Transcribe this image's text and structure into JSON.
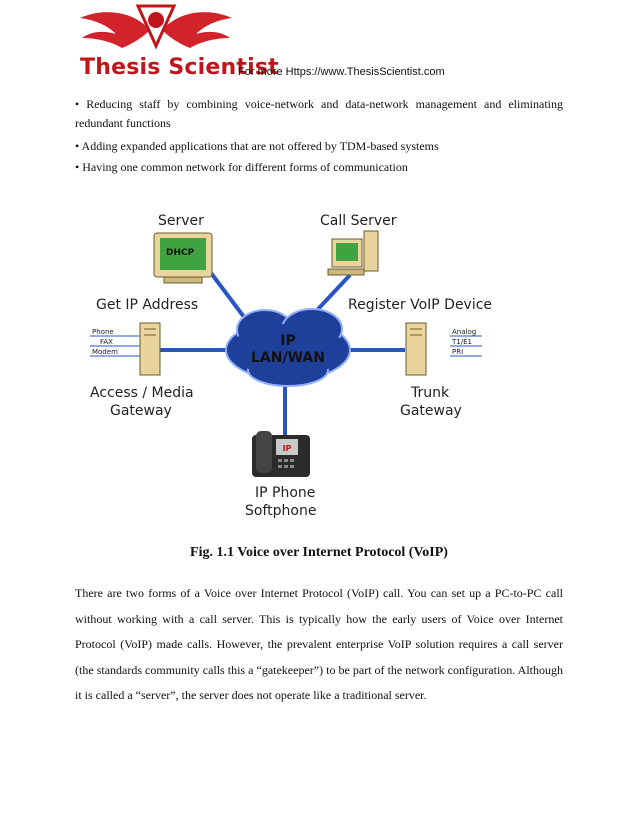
{
  "header": {
    "brand": "Thesis Scientist",
    "link": "For more Https://www.ThesisScientist.com"
  },
  "bullets": [
    "• Reducing staff by combining voice-network and data-network management and eliminating redundant functions",
    "• Adding expanded applications that are not offered by TDM-based systems",
    "• Having one common network for different forms of communication"
  ],
  "diagram": {
    "server": "Server",
    "dhcp": "DHCP",
    "call_server": "Call Server",
    "get_ip": "Get IP Address",
    "register": "Register VoIP Device",
    "cloud_line1": "IP",
    "cloud_line2": "LAN/WAN",
    "access_line1": "Access / Media",
    "access_line2": "Gateway",
    "trunk_line1": "Trunk",
    "trunk_line2": "Gateway",
    "phone_line1": "IP Phone",
    "phone_line2": "Softphone",
    "phone_badge": "IP",
    "left_ports": [
      "Phone",
      "FAX",
      "Modem"
    ],
    "right_ports": [
      "Analog",
      "T1/E1",
      "PRI"
    ],
    "colors": {
      "link": "#2a55c4",
      "cloud": "#1e3f9a",
      "tower": "#e8d49c",
      "screen": "#3fa33f"
    }
  },
  "caption": "Fig. 1.1 Voice over Internet Protocol (VoIP)",
  "paragraph": "There are two forms of a Voice over Internet Protocol (VoIP) call. You can set up a PC-to-PC call without working with a call server. This is typically how the early users of Voice over Internet Protocol (VoIP) made calls.  However, the prevalent enterprise VoIP solution requires a call server (the standards community calls this a “gatekeeper”) to be part of the network configuration. Although it is called a “server”, the server does not operate like a traditional server."
}
